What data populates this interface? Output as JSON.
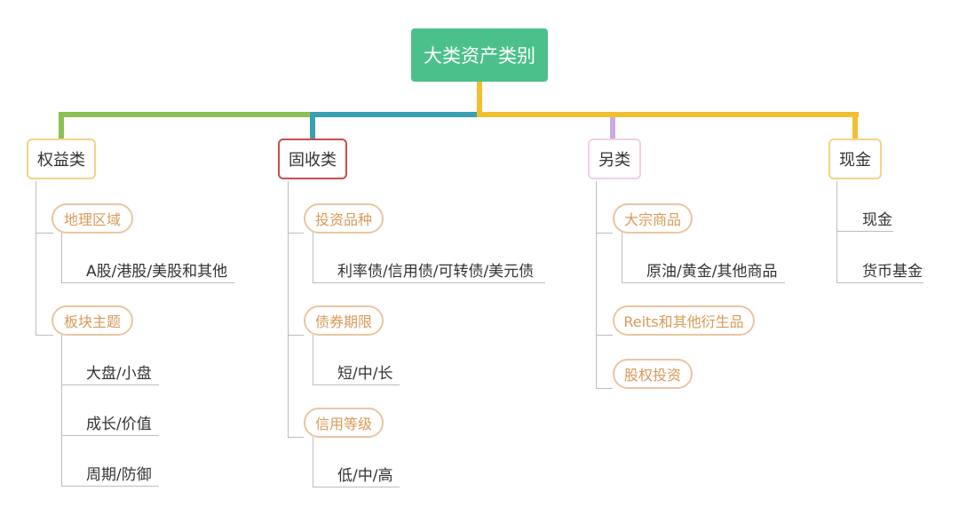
{
  "root": {
    "title": "大类资产类别"
  },
  "colors": {
    "green": "#4cc08a",
    "lime": "#8cc152",
    "teal": "#3a9fb0",
    "yellow": "#f2bf2e",
    "purple": "#c9a9e6",
    "red": "#c94d4d",
    "pill": "#d99a57"
  },
  "categories": [
    {
      "label": "权益类",
      "subs": [
        {
          "label": "地理区域",
          "items": [
            "A股/港股/美股和其他"
          ]
        },
        {
          "label": "板块主题",
          "items": [
            "大盘/小盘",
            "成长/价值",
            "周期/防御"
          ]
        }
      ]
    },
    {
      "label": "固收类",
      "subs": [
        {
          "label": "投资品种",
          "items": [
            "利率债/信用债/可转债/美元债"
          ]
        },
        {
          "label": "债券期限",
          "items": [
            "短/中/长"
          ]
        },
        {
          "label": "信用等级",
          "items": [
            "低/中/高"
          ]
        }
      ]
    },
    {
      "label": "另类",
      "subs": [
        {
          "label": "大宗商品",
          "items": [
            "原油/黄金/其他商品"
          ]
        },
        {
          "label": "Reits和其他衍生品",
          "items": []
        },
        {
          "label": "股权投资",
          "items": []
        }
      ]
    },
    {
      "label": "现金",
      "items": [
        "现金",
        "货币基金"
      ]
    }
  ]
}
